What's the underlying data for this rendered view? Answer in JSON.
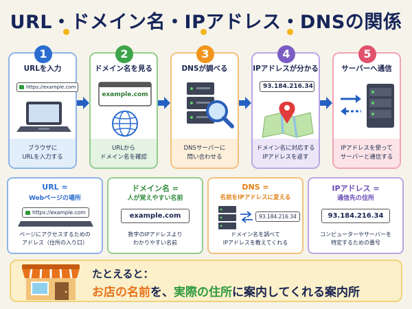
{
  "title": "URL・ドメイン名・IPアドレス・DNSの関係",
  "steps": [
    {
      "num": "1",
      "heading": "URLを入力",
      "url_text": "https://example.com",
      "desc1": "ブラウザに",
      "desc2": "URLを入力する",
      "color": "#2b6cd1",
      "bg": "#e3eefb"
    },
    {
      "num": "2",
      "heading": "ドメイン名を見る",
      "domain_text": "example.com",
      "desc1": "URLから",
      "desc2": "ドメイン名を確認",
      "color": "#3ea44a",
      "bg": "#e4f3e2"
    },
    {
      "num": "3",
      "heading": "DNSが調べる",
      "desc1": "DNSサーバーに",
      "desc2": "問い合わせる",
      "color": "#f0951d",
      "bg": "#fdefd9"
    },
    {
      "num": "4",
      "heading": "IPアドレスが分かる",
      "ip_text": "93.184.216.34",
      "desc1": "ドメイン名に対応する",
      "desc2": "IPアドレスを返す",
      "color": "#7a5cc4",
      "bg": "#ece6f8"
    },
    {
      "num": "5",
      "heading": "サーバーへ通信",
      "desc1": "IPアドレスを使って",
      "desc2": "サーバーと通信する",
      "color": "#e0516b",
      "bg": "#fbe3e8"
    }
  ],
  "definitions": [
    {
      "title": "URL =",
      "sub": "Webページの場所",
      "url_text": "https://example.com",
      "desc1": "ページにアクセスするための",
      "desc2": "アドレス（住所の入り口）",
      "color": "#2b6cd1"
    },
    {
      "title": "ドメイン名 =",
      "sub": "人が覚えやすい名前",
      "domain_text": "example.com",
      "desc1": "数字のIPアドレスより",
      "desc2": "わかりやすい名前",
      "color": "#3ea44a"
    },
    {
      "title": "DNS =",
      "sub": "名前をIPアドレスに変える",
      "ip_text": "93.184.216.34",
      "desc1": "ドメイン名を調べて",
      "desc2": "IPアドレスを教えてくれる",
      "color": "#f0951d"
    },
    {
      "title": "IPアドレス =",
      "sub": "通信先の住所",
      "ip_text": "93.184.216.34",
      "desc1": "コンピューターやサーバーを",
      "desc2": "特定するための番号",
      "color": "#7a5cc4"
    }
  ],
  "banner": {
    "lead": "たとえると：",
    "part1": "お店の名前",
    "part2": "を、",
    "part3": "実際の住所",
    "part4": "に案内してくれる案内所"
  }
}
